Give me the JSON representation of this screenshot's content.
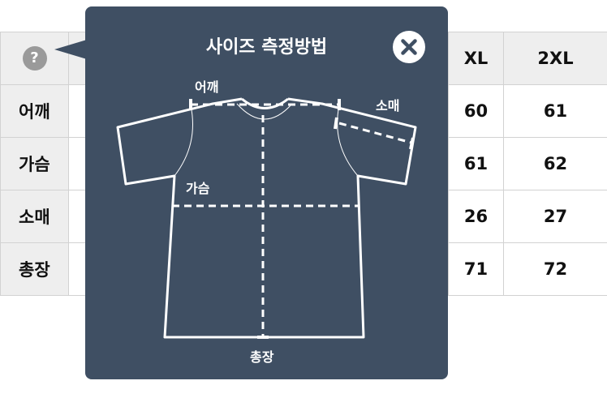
{
  "table": {
    "header": {
      "help_icon_glyph": "?",
      "visible_columns": [
        "XL",
        "2XL"
      ]
    },
    "rows": [
      {
        "label": "어깨",
        "xl": "60",
        "xxl": "61"
      },
      {
        "label": "가슴",
        "xl": "61",
        "xxl": "62"
      },
      {
        "label": "소매",
        "xl": "26",
        "xxl": "27"
      },
      {
        "label": "총장",
        "xl": "71",
        "xxl": "72"
      }
    ]
  },
  "popover": {
    "title": "사이즈 측정방법",
    "close_icon": "close-icon",
    "labels": {
      "shoulder": "어깨",
      "sleeve": "소매",
      "chest": "가슴",
      "length": "총장"
    },
    "background_color": "#3f4f63"
  }
}
